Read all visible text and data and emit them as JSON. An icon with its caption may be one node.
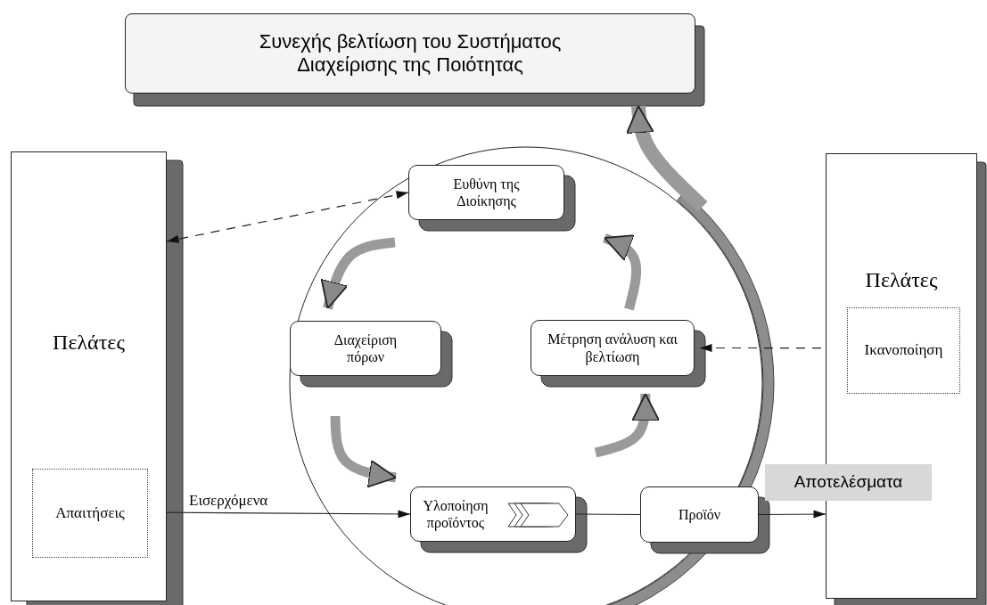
{
  "diagram": {
    "nodes": [
      {
        "text": [
          "Συνεχής βελτίωση του Συστήματος Διαχείρισης της Ποιότητας"
        ]
      },
      {
        "text": [
          "Πελάτες"
        ]
      },
      {
        "text": [
          "Απαιτήσεις"
        ],
        "in": 1
      },
      {
        "text": [
          "Ευθύνη της Διοίκησης"
        ]
      },
      {
        "text": [
          "Διαχείριση πόρων"
        ]
      },
      {
        "text": [
          "Μέτρηση ανάλυση και βελτίωση"
        ]
      },
      {
        "text": [
          "Υλοποίηση προϊόντος"
        ]
      },
      {
        "text": [
          "Προϊόν"
        ]
      },
      {
        "text": [
          "Πελάτες"
        ]
      },
      {
        "text": [
          "Ικανοποίηση"
        ],
        "in": 8
      },
      {
        "text": [
          "Αποτελέσματα"
        ]
      }
    ],
    "edges": [
      {
        "from": 3,
        "to": 1,
        "arrow": "both",
        "style": "dashed"
      },
      {
        "from": 3,
        "to": 4,
        "arrow": "to",
        "style": "thick",
        "color": "#9a9a9a"
      },
      {
        "from": 4,
        "to": 6,
        "arrow": "to",
        "style": "thick",
        "color": "#9a9a9a"
      },
      {
        "from": 6,
        "to": 5,
        "arrow": "to",
        "style": "thick",
        "color": "#9a9a9a"
      },
      {
        "from": 5,
        "to": 3,
        "arrow": "to",
        "style": "thick",
        "color": "#9a9a9a"
      },
      {
        "from": 2,
        "to": 6,
        "arrow": "to",
        "label": "Εισερχόμενα"
      },
      {
        "from": 6,
        "to": 7,
        "arrow": "none"
      },
      {
        "from": 7,
        "to": 8,
        "arrow": "to"
      },
      {
        "from": 5,
        "to": 9,
        "arrow": "both",
        "style": "dashed"
      },
      {
        "from": null,
        "to": 0,
        "arrow": "to",
        "style": "thick",
        "color": "#9a9a9a"
      }
    ]
  }
}
